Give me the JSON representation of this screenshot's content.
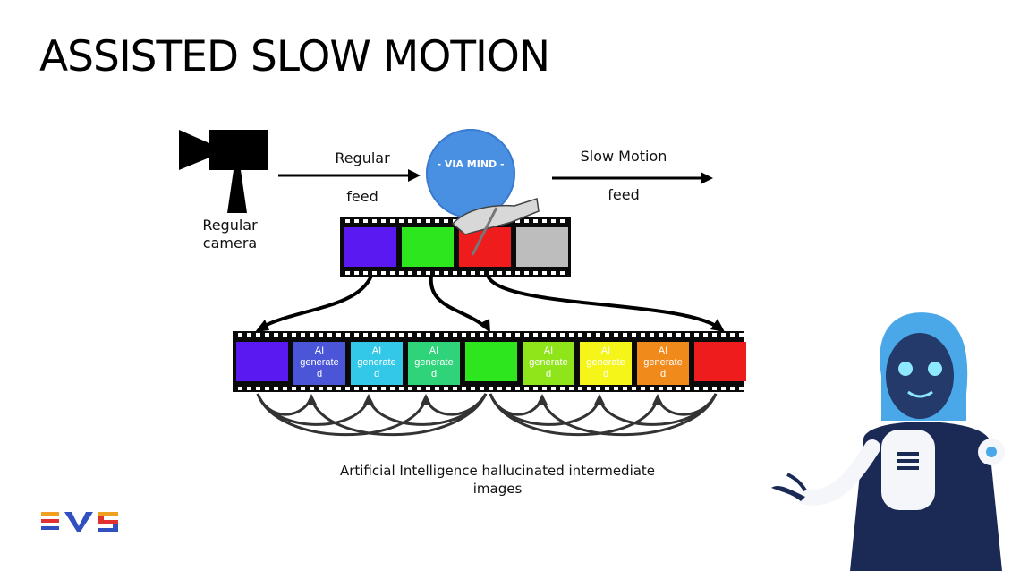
{
  "title": "ASSISTED SLOW MOTION",
  "camera": {
    "label_line1": "Regular",
    "label_line2": "camera",
    "icon": "video-camera-icon"
  },
  "input_feed": {
    "label_top": "Regular",
    "label_bottom": "feed"
  },
  "processor": {
    "label": "- VIA MIND -"
  },
  "output_feed": {
    "label_top": "Slow Motion",
    "label_bottom": "feed"
  },
  "source_frames": [
    {
      "color": "#5a19f0"
    },
    {
      "color": "#2ee61e"
    },
    {
      "color": "#ee1c1c"
    },
    {
      "color": "#bdbdbd"
    }
  ],
  "output_frames": [
    {
      "color": "#5a19f0",
      "text": ""
    },
    {
      "color": "#4a55d8",
      "text": "AI generate d"
    },
    {
      "color": "#33c8e8",
      "text": "AI generate d"
    },
    {
      "color": "#2fd47a",
      "text": "AI generate d"
    },
    {
      "color": "#2ee61e",
      "text": ""
    },
    {
      "color": "#8fe51a",
      "text": "AI generate d"
    },
    {
      "color": "#f5f51a",
      "text": "AI generate d"
    },
    {
      "color": "#f08a1a",
      "text": "AI generate d"
    },
    {
      "color": "#ee1c1c",
      "text": ""
    }
  ],
  "caption": "Artificial Intelligence hallucinated intermediate images",
  "logo": {
    "text": "EVS"
  },
  "colors": {
    "accent_blue": "#4a90e2",
    "film": "#0a0a0a"
  }
}
